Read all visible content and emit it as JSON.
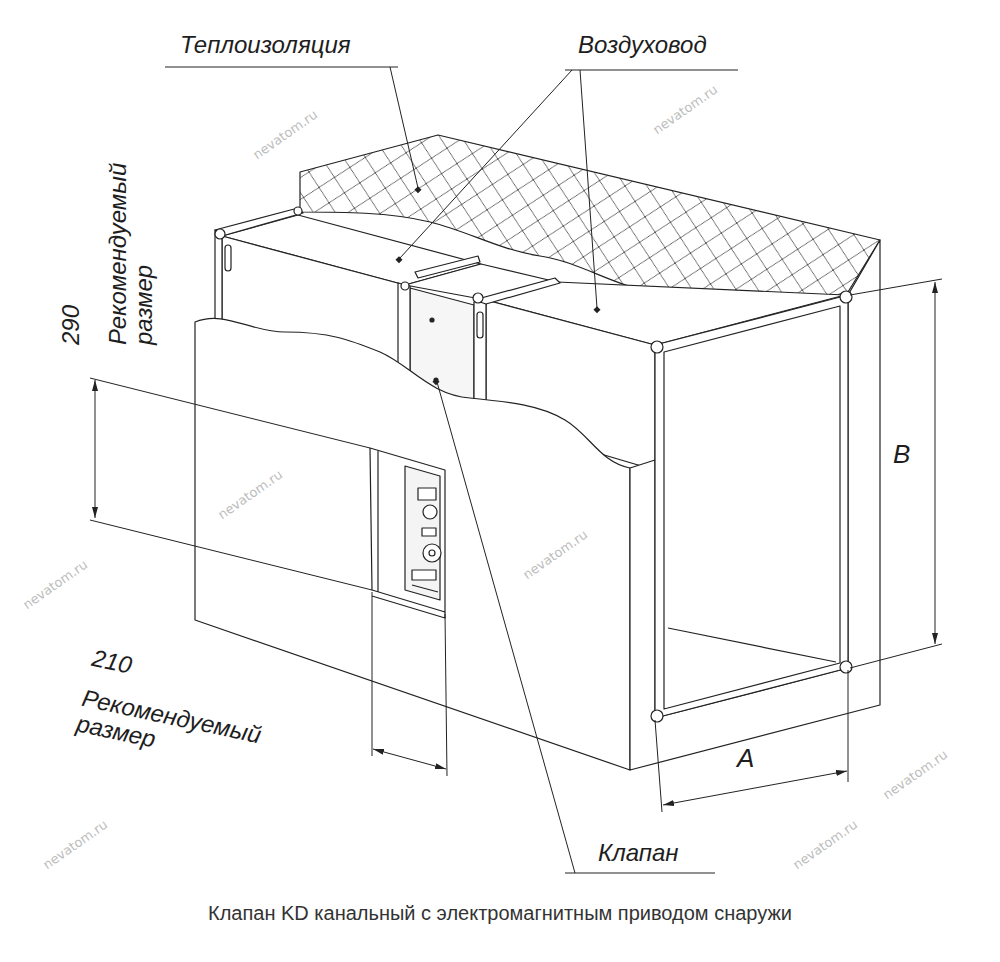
{
  "diagram": {
    "caption": "Клапан KD канальный с электромагнитным приводом снаружи",
    "labels": [
      "Теплоизоляция",
      "Воздуховод",
      "Рекомендуемый размер",
      "290",
      "B",
      "210",
      "Рекомендуемый размер",
      "A",
      "Клапан",
      "nevatom.ru",
      "nevatom.ru",
      "nevatom.ru",
      "nevatom.ru",
      "nevatom.ru",
      "nevatom.ru",
      "nevatom.ru",
      "nevatom.ru"
    ]
  }
}
